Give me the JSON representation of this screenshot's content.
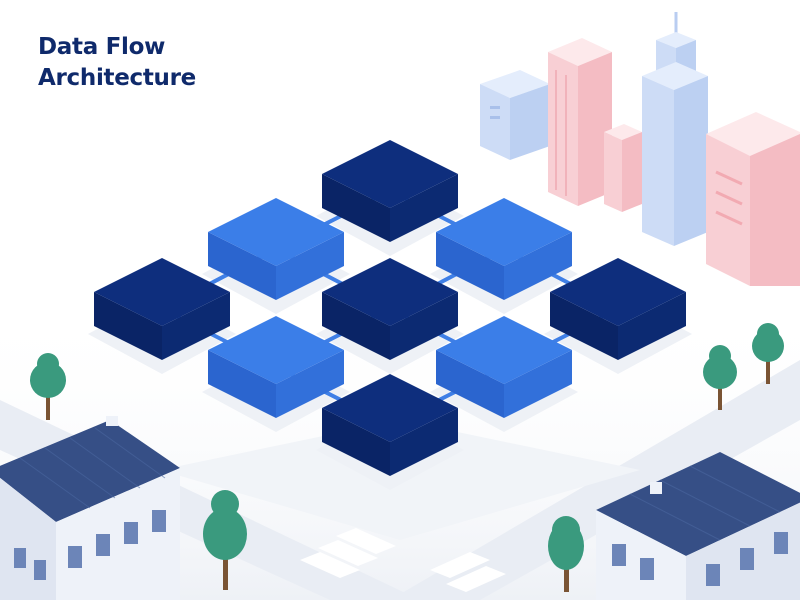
{
  "title": {
    "line1": "Data Flow",
    "line2": "Architecture"
  },
  "colors": {
    "node_dark": "#0e2e7d",
    "node_light": "#3b7ee8",
    "connector": "#3f7fe6",
    "tree": "#3a9a7e",
    "building_roof": "#364f86",
    "building_wall": "#dfe5f1",
    "road": "#eef1f6",
    "tower_blue": "#cfe0fa",
    "tower_pink": "#fbd9dd"
  },
  "diagram": {
    "nodes": [
      {
        "name": "node-top",
        "tone": "dark"
      },
      {
        "name": "node-upper-left",
        "tone": "light"
      },
      {
        "name": "node-upper-right",
        "tone": "light"
      },
      {
        "name": "node-left",
        "tone": "dark"
      },
      {
        "name": "node-center",
        "tone": "dark"
      },
      {
        "name": "node-right",
        "tone": "dark"
      },
      {
        "name": "node-lower-left",
        "tone": "light"
      },
      {
        "name": "node-lower-right",
        "tone": "light"
      },
      {
        "name": "node-bottom",
        "tone": "dark"
      }
    ],
    "links": [
      [
        "node-top",
        "node-upper-left"
      ],
      [
        "node-top",
        "node-upper-right"
      ],
      [
        "node-upper-left",
        "node-left"
      ],
      [
        "node-upper-left",
        "node-center"
      ],
      [
        "node-upper-right",
        "node-center"
      ],
      [
        "node-upper-right",
        "node-right"
      ],
      [
        "node-left",
        "node-lower-left"
      ],
      [
        "node-center",
        "node-lower-left"
      ],
      [
        "node-center",
        "node-lower-right"
      ],
      [
        "node-right",
        "node-lower-right"
      ],
      [
        "node-lower-left",
        "node-bottom"
      ],
      [
        "node-lower-right",
        "node-bottom"
      ]
    ]
  }
}
